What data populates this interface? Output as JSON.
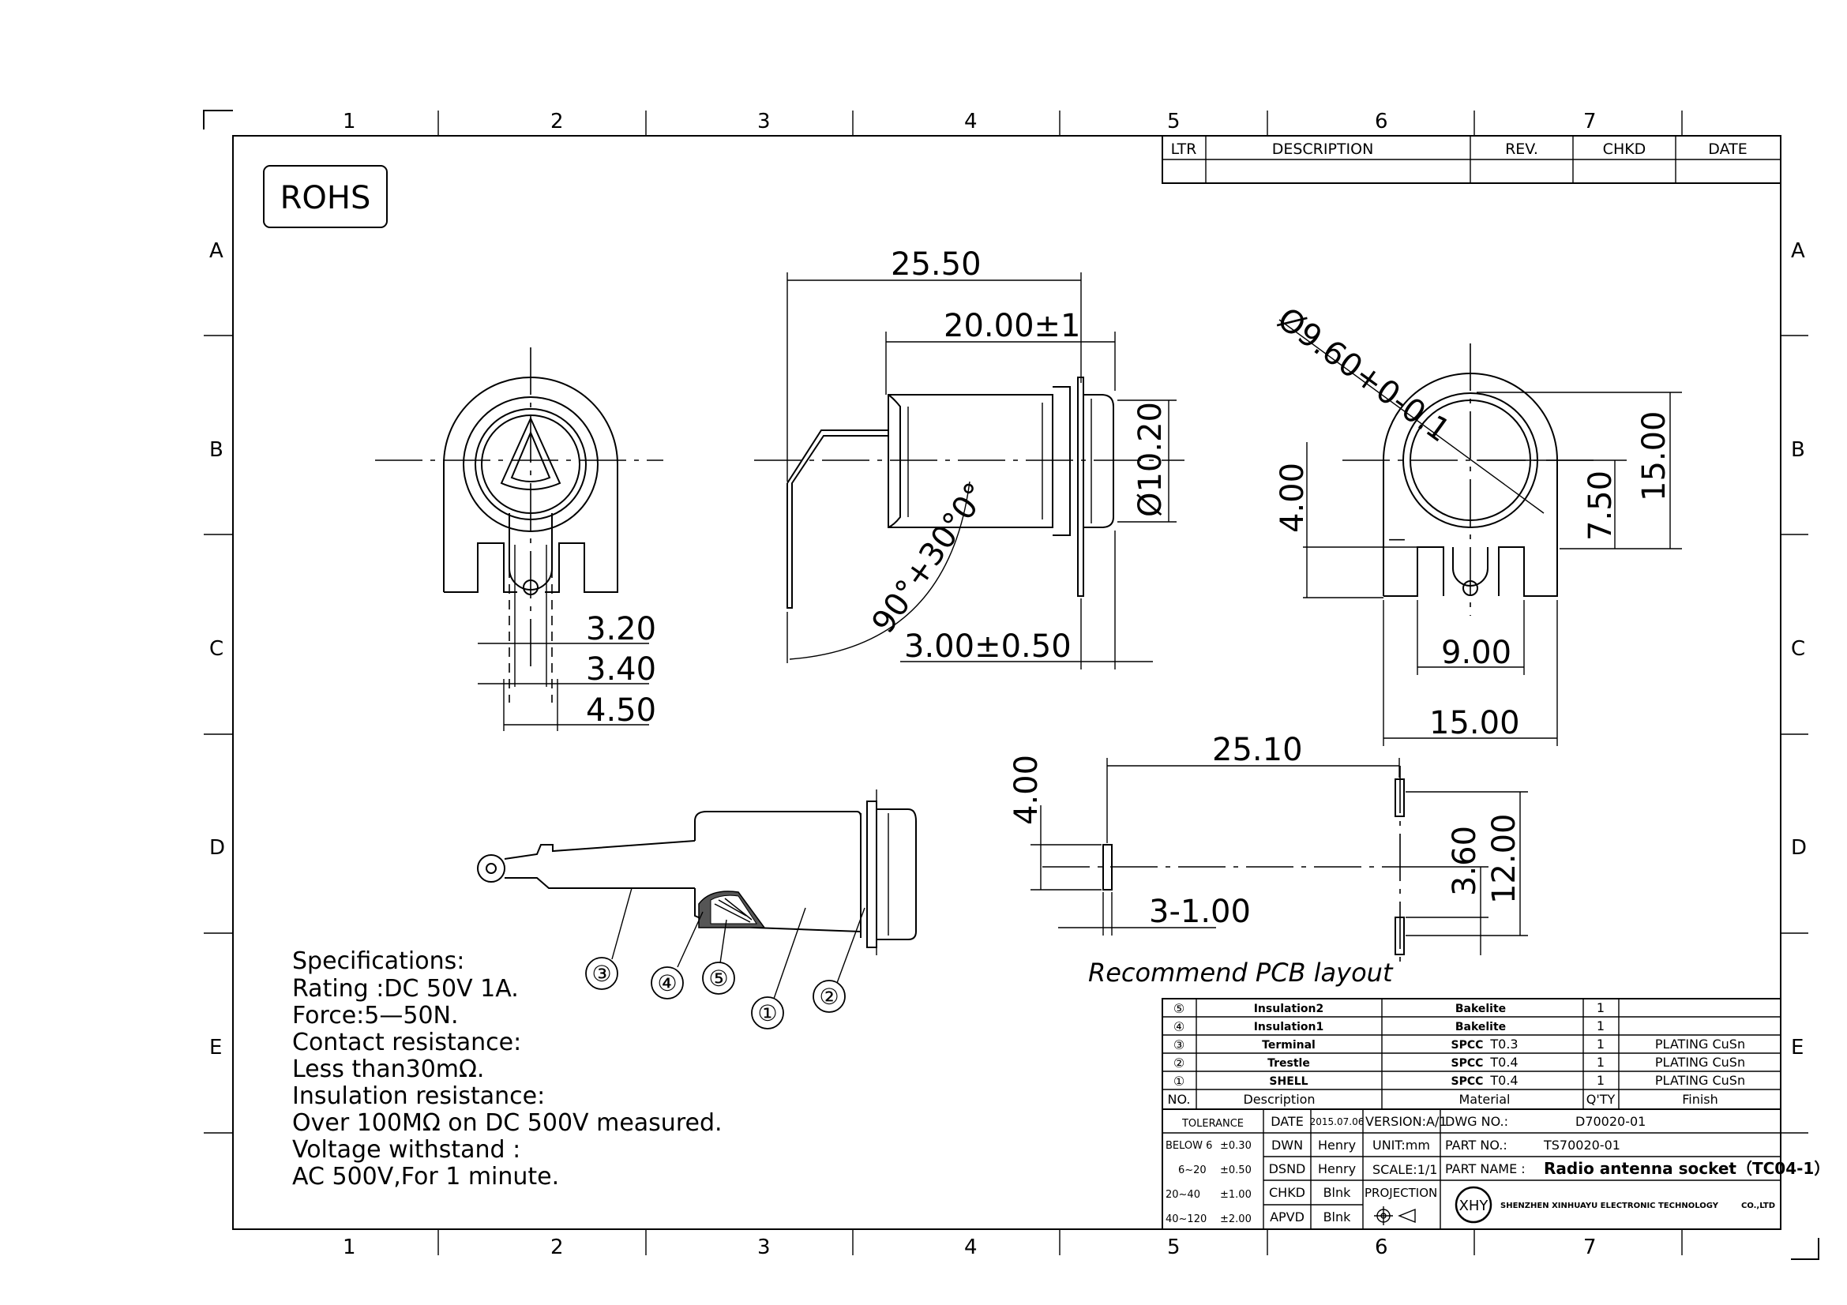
{
  "zones": {
    "columns": [
      "1",
      "2",
      "3",
      "4",
      "5",
      "6",
      "7"
    ],
    "rows": [
      "A",
      "B",
      "C",
      "D",
      "E"
    ]
  },
  "revision_table": {
    "headers": [
      "LTR",
      "DESCRIPTION",
      "REV.",
      "CHKD",
      "DATE"
    ]
  },
  "rohs": "ROHS",
  "dimensions": {
    "front": [
      "3.20",
      "3.40",
      "4.50"
    ],
    "side": [
      "25.50",
      "20.00±1",
      "Ø10.20",
      "3.00±0.50",
      "90°+30°0°"
    ],
    "rear": [
      "Ø9.60+0-0.1",
      "15.00",
      "7.50",
      "4.00",
      "9.00",
      "15.00",
      "—"
    ],
    "pcb": [
      "25.10",
      "4.00",
      "3.60",
      "12.00",
      "3-1.00"
    ]
  },
  "pcb_caption": "Recommend PCB layout",
  "callouts": [
    "③",
    "④",
    "⑤",
    "①",
    "②"
  ],
  "specifications": [
    "Specifications:",
    "Rating :DC 50V 1A.",
    "Force:5—50N.",
    "Contact resistance:",
    "Less than30mΩ.",
    "Insulation resistance:",
    "Over 100MΩ on DC 500V measured.",
    "Voltage withstand :",
    "AC 500V,For 1 minute."
  ],
  "bom": {
    "rows": [
      {
        "no": "⑤",
        "description": "Insulation2",
        "material": "Bakelite",
        "material_spec": "",
        "qty": "1",
        "finish": ""
      },
      {
        "no": "④",
        "description": "Insulation1",
        "material": "Bakelite",
        "material_spec": "",
        "qty": "1",
        "finish": ""
      },
      {
        "no": "③",
        "description": "Terminal",
        "material": "SPCC",
        "material_spec": "T0.3",
        "qty": "1",
        "finish": "PLATING CuSn"
      },
      {
        "no": "②",
        "description": "Trestle",
        "material": "SPCC",
        "material_spec": "T0.4",
        "qty": "1",
        "finish": "PLATING CuSn"
      },
      {
        "no": "①",
        "description": "SHELL",
        "material": "SPCC",
        "material_spec": "T0.4",
        "qty": "1",
        "finish": "PLATING CuSn"
      }
    ],
    "headers": {
      "no": "NO.",
      "description": "Description",
      "material": "Material",
      "qty": "Q'TY",
      "finish": "Finish"
    }
  },
  "title_block": {
    "tolerance_label": "TOLERANCE",
    "tolerances": [
      {
        "range": "BELOW 6",
        "value": "±0.30"
      },
      {
        "range": "6~20",
        "value": "±0.50"
      },
      {
        "range": "20~40",
        "value": "±1.00"
      },
      {
        "range": "40~120",
        "value": "±2.00"
      }
    ],
    "date_label": "DATE",
    "date": "2015.07.06",
    "dwn_label": "DWN",
    "dwn": "Henry",
    "dsnd_label": "DSND",
    "dsnd": "Henry",
    "chkd_label": "CHKD",
    "chkd": "Blnk",
    "apvd_label": "APVD",
    "apvd": "Blnk",
    "version": "VERSION:A/1",
    "unit": "UNIT:mm",
    "scale": "SCALE:1/1",
    "projection": "PROJECTION",
    "dwg_no_label": "DWG NO.:",
    "dwg_no": "D70020-01",
    "part_no_label": "PART NO.:",
    "part_no": "TS70020-01",
    "part_name_label": "PART NAME :",
    "part_name": "Radio antenna socket（TC04-1）",
    "logo": "XHY",
    "company": "SHENZHEN XINHUAYU ELECTRONIC TECHNOLOGY",
    "company_suffix": "CO.,LTD"
  }
}
